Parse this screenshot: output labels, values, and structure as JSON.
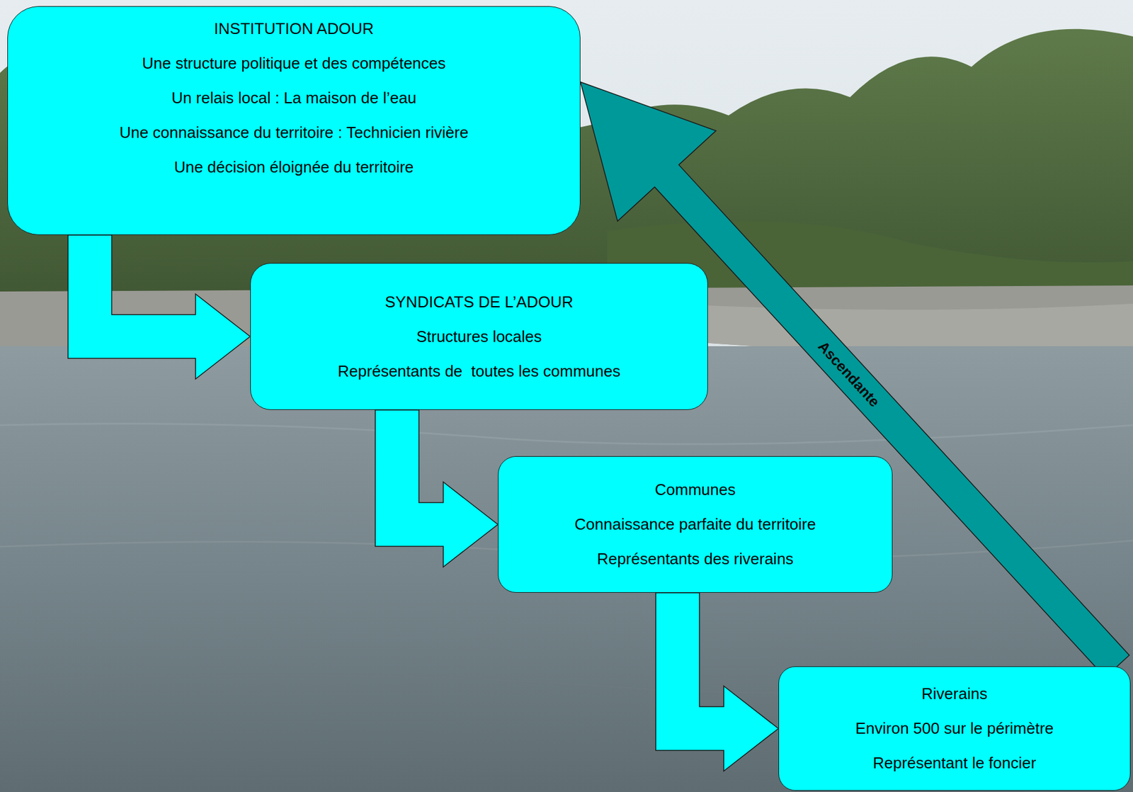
{
  "diagram": {
    "nodes": [
      {
        "text": [
          "INSTITUTION ADOUR",
          "Une structure politique et des compétences",
          "Un relais local : La maison de l’eau",
          "Une connaissance du territoire : Technicien rivière",
          "Une décision éloignée du territoire"
        ]
      },
      {
        "text": [
          "SYNDICATS DE L’ADOUR",
          "Structures locales",
          "Représentants de  toutes les communes"
        ]
      },
      {
        "text": [
          "Communes",
          "Connaissance parfaite du territoire",
          "Représentants des riverains"
        ]
      },
      {
        "text": [
          "Riverains",
          "Environ 500 sur le périmètre",
          "Représentant le foncier"
        ]
      }
    ],
    "edges": [
      {
        "from": 0,
        "to": 1,
        "arrow": "to"
      },
      {
        "from": 1,
        "to": 2,
        "arrow": "to"
      },
      {
        "from": 2,
        "to": 3,
        "arrow": "to"
      },
      {
        "from": 3,
        "to": 0,
        "label": "Ascendante",
        "arrow": "to"
      }
    ]
  }
}
